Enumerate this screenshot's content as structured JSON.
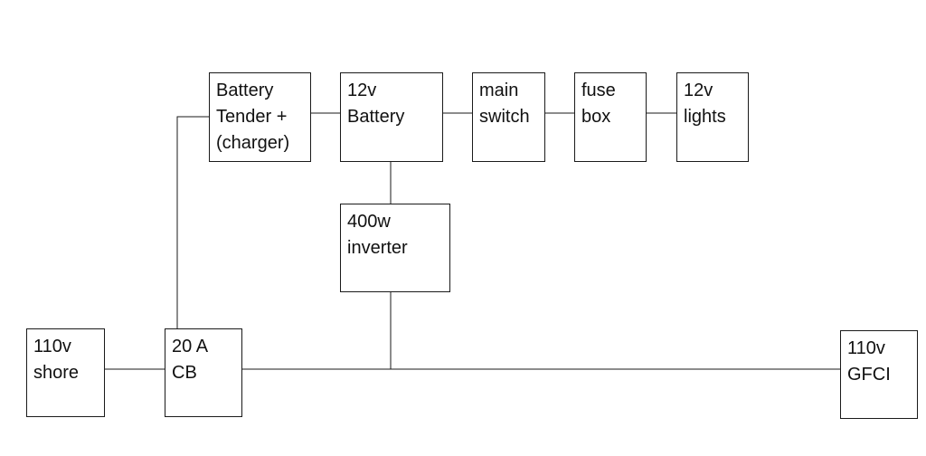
{
  "colors": {
    "line": "#1a1a1a",
    "text": "#111111",
    "background": "#ffffff"
  },
  "components": {
    "battery_tender": {
      "lines": [
        "Battery",
        "Tender +",
        "(charger)"
      ]
    },
    "battery": {
      "lines": [
        "12v",
        "Battery"
      ]
    },
    "main_switch": {
      "lines": [
        "main",
        "switch"
      ]
    },
    "fuse_box": {
      "lines": [
        "fuse",
        "box"
      ]
    },
    "lights": {
      "lines": [
        "12v",
        "lights"
      ]
    },
    "inverter": {
      "lines": [
        "400w",
        "inverter"
      ]
    },
    "shore": {
      "lines": [
        "110v",
        "shore"
      ]
    },
    "breaker": {
      "lines": [
        "20 A",
        "CB"
      ]
    },
    "gfci": {
      "lines": [
        "110v",
        "GFCI"
      ]
    }
  }
}
